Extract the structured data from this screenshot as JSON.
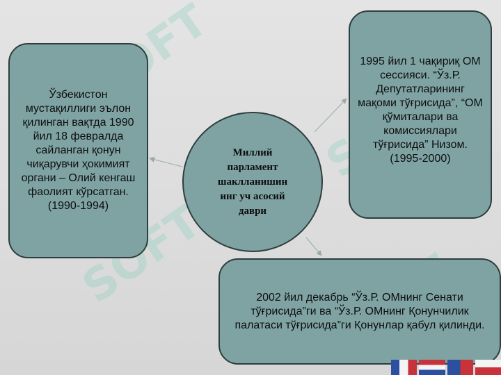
{
  "center": {
    "text": "Миллий парламент шаклланишин инг уч асосий даври"
  },
  "left_box": {
    "text": "Ўзбекистон мустақиллиги эълон қилинган вақтда 1990 йил 18 февралда сайланган қонун чиқарувчи ҳокимият органи – Олий кенгаш фаолият кўрсатган. (1990-1994)"
  },
  "right_box": {
    "text": "1995 йил 1 чақириқ ОМ сессияси. “Ўз.Р. Депутатларининг мақоми тўғрисида”, “ОМ қўмиталари ва комиссиялари тўғрисида” Низом. (1995-2000)"
  },
  "bottom_box": {
    "text": "2002 йил декабрь “Ўз.Р. ОМнинг Сенати тўғрисида”ги ва “Ўз.Р. ОМнинг Қонунчилик палатаси тўғрисида”ги Қонунлар қабул қилинди."
  },
  "watermark": {
    "text": "SOFT"
  },
  "colors": {
    "shape_fill": "#7fa3a3",
    "shape_border": "#2e3d3d",
    "background": "#dcdcdc",
    "watermark": "#8fd0c0"
  }
}
